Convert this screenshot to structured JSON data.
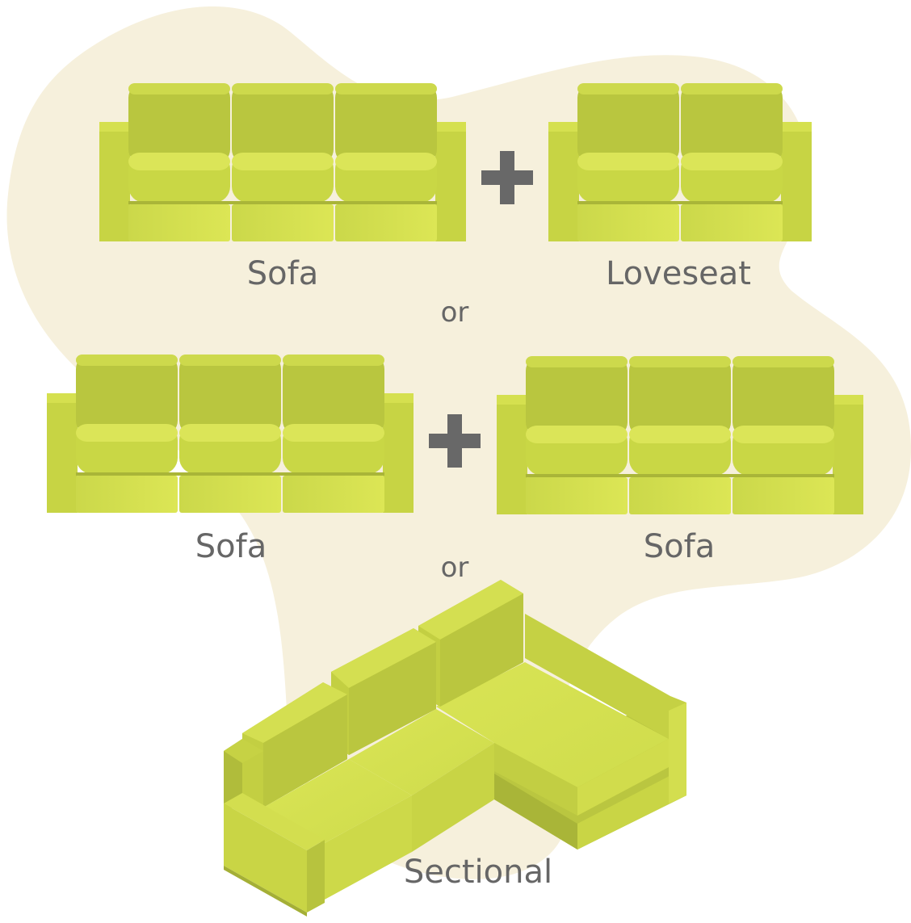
{
  "colors": {
    "blob": "#f6f0dc",
    "sofa_light": "#d7e24f",
    "sofa_mid": "#c9d645",
    "sofa_dark": "#b3c03c",
    "sofa_shadow": "#a8b338",
    "plus": "#686868",
    "text": "#666666"
  },
  "row1": {
    "left_label": "Sofa",
    "right_label": "Loveseat"
  },
  "or1": "or",
  "row2": {
    "left_label": "Sofa",
    "right_label": "Sofa"
  },
  "or2": "or",
  "bottom": {
    "label": "Sectional"
  },
  "icons": {
    "plus": "plus-icon"
  }
}
